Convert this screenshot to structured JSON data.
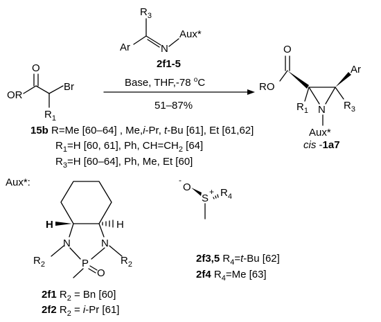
{
  "imine": {
    "r3": "R",
    "r3_sub": "3",
    "ar": "Ar",
    "n": "N",
    "aux": "Aux*",
    "label": "2f1-5"
  },
  "conditions": {
    "base": "Base, THF,-78 ",
    "deg": "o",
    "unit": "C",
    "yield": "51–87%"
  },
  "bromoester": {
    "o": "O",
    "or": "OR",
    "br": "Br",
    "r1": "R",
    "r1_sub": "1"
  },
  "product": {
    "o": "O",
    "ro": "RO",
    "ar": "Ar",
    "r1": "R",
    "r1_sub": "1",
    "n": "N",
    "r3": "R",
    "r3_sub": "3",
    "aux": "Aux*",
    "label_prefix": "cis",
    "label_sep": " -",
    "label_id": "1a7"
  },
  "conditions_list": {
    "line1_label": "15b",
    "line1_a": " R=Me [60–64] , Me,",
    "line1_ipr": "i",
    "line1_b": "-Pr, ",
    "line1_t": "t",
    "line1_c": "-Bu [61], Et [61,62]",
    "line2_a": "R",
    "line2_sub": "1",
    "line2_b": "=H [60, 61], Ph, CH=CH",
    "line2_sub2": "2",
    "line2_c": " [64]",
    "line3_a": "R",
    "line3_sub": "3",
    "line3_b": "=H [60–64], Ph, Me, Et [60]"
  },
  "aux_label": "Aux*:",
  "phosphoramide": {
    "h_left": "H",
    "h_right": "H",
    "n_left": "N",
    "n_right": "N",
    "r2_left": "R",
    "r2_left_sub": "2",
    "r2_right": "R",
    "r2_right_sub": "2",
    "p": "P",
    "o": "O",
    "legend": [
      {
        "id": "2f1",
        "r": " R",
        "sub": "2",
        "rest": " = Bn [60]",
        "italic": ""
      },
      {
        "id": "2f2",
        "r": " R",
        "sub": "2",
        "rest_pre": " = ",
        "italic": "i",
        "rest": "-Pr [61]"
      }
    ]
  },
  "sulfinyl": {
    "o_minus": "-",
    "o": "O",
    "s": "S",
    "s_plus": "+",
    "r4": "R",
    "r4_sub": "4",
    "legend": [
      {
        "id": "2f3,5",
        "r": " R",
        "sub": "4",
        "pre": "=",
        "italic": "t",
        "rest": "-Bu [62]"
      },
      {
        "id": "2f4",
        "r": " R",
        "sub": "4",
        "pre": "=Me [63]",
        "italic": "",
        "rest": ""
      }
    ]
  }
}
